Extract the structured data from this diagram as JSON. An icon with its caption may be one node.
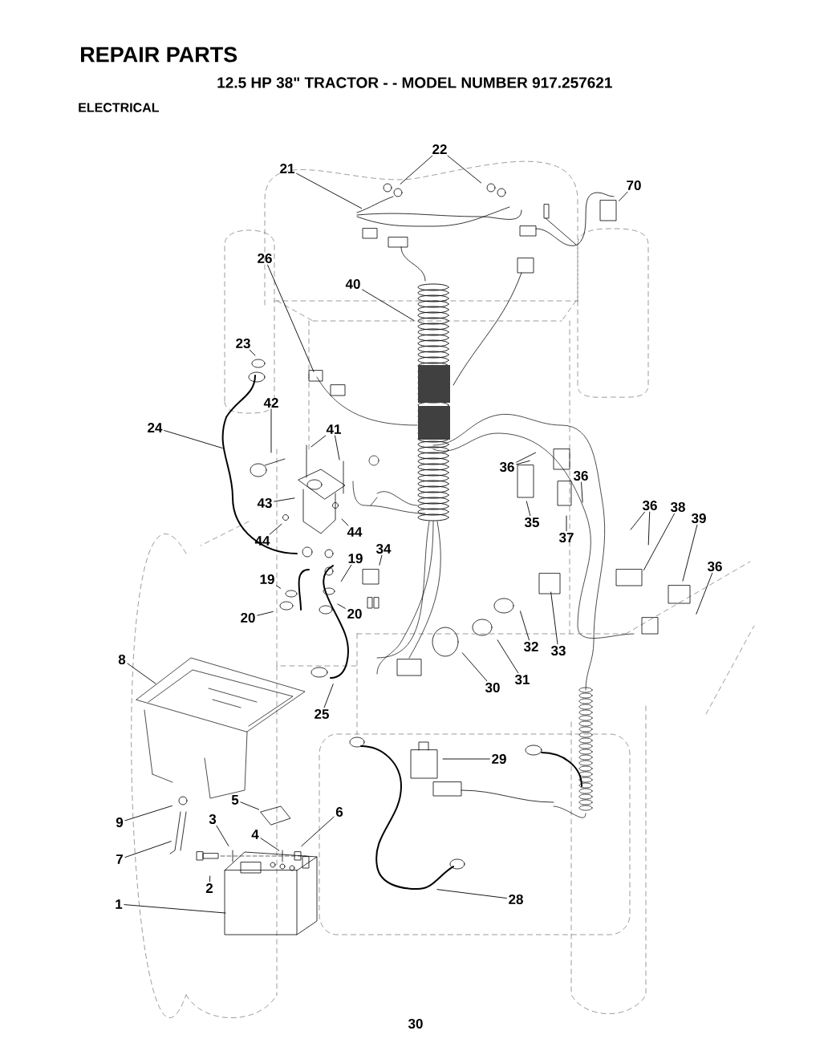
{
  "diagram": {
    "title": "REPAIR PARTS",
    "nodes": [
      {
        "text": [
          "22"
        ]
      },
      {
        "text": [
          "21"
        ]
      },
      {
        "text": [
          "70"
        ]
      },
      {
        "text": [
          "26"
        ]
      },
      {
        "text": [
          "40"
        ]
      },
      {
        "text": [
          "23"
        ]
      },
      {
        "text": [
          "42"
        ]
      },
      {
        "text": [
          "24"
        ]
      },
      {
        "text": [
          "41"
        ]
      },
      {
        "text": [
          "36"
        ]
      },
      {
        "text": [
          "36"
        ]
      },
      {
        "text": [
          "43"
        ]
      },
      {
        "text": [
          "36"
        ]
      },
      {
        "text": [
          "38"
        ]
      },
      {
        "text": [
          "39"
        ]
      },
      {
        "text": [
          "35"
        ]
      },
      {
        "text": [
          "44"
        ]
      },
      {
        "text": [
          "37"
        ]
      },
      {
        "text": [
          "44"
        ]
      },
      {
        "text": [
          "34"
        ]
      },
      {
        "text": [
          "19"
        ]
      },
      {
        "text": [
          "36"
        ]
      },
      {
        "text": [
          "19"
        ]
      },
      {
        "text": [
          "20"
        ]
      },
      {
        "text": [
          "20"
        ]
      },
      {
        "text": [
          "32"
        ]
      },
      {
        "text": [
          "33"
        ]
      },
      {
        "text": [
          "8"
        ]
      },
      {
        "text": [
          "31"
        ]
      },
      {
        "text": [
          "30"
        ]
      },
      {
        "text": [
          "25"
        ]
      },
      {
        "text": [
          "29"
        ]
      },
      {
        "text": [
          "5"
        ]
      },
      {
        "text": [
          "6"
        ]
      },
      {
        "text": [
          "3"
        ]
      },
      {
        "text": [
          "9"
        ]
      },
      {
        "text": [
          "4"
        ]
      },
      {
        "text": [
          "7"
        ]
      },
      {
        "text": [
          "2"
        ]
      },
      {
        "text": [
          "28"
        ]
      },
      {
        "text": [
          "1"
        ]
      }
    ],
    "edges": [
      {
        "from": 0,
        "to": null,
        "arrow": "none"
      },
      {
        "from": 0,
        "to": null,
        "arrow": "none"
      },
      {
        "from": 1,
        "to": null,
        "arrow": "none"
      },
      {
        "from": 2,
        "to": null,
        "arrow": "none"
      },
      {
        "from": 3,
        "to": null,
        "arrow": "none"
      },
      {
        "from": 4,
        "to": null,
        "arrow": "none"
      },
      {
        "from": 5,
        "to": null,
        "arrow": "none"
      },
      {
        "from": 6,
        "to": null,
        "arrow": "none"
      },
      {
        "from": 7,
        "to": null,
        "arrow": "none"
      },
      {
        "from": 8,
        "to": null,
        "arrow": "none"
      },
      {
        "from": 8,
        "to": null,
        "arrow": "none"
      },
      {
        "from": 9,
        "to": null,
        "arrow": "none"
      },
      {
        "from": 9,
        "to": null,
        "arrow": "none"
      },
      {
        "from": 10,
        "to": null,
        "arrow": "none"
      },
      {
        "from": 11,
        "to": null,
        "arrow": "none"
      },
      {
        "from": 12,
        "to": null,
        "arrow": "none"
      },
      {
        "from": 12,
        "to": null,
        "arrow": "none"
      },
      {
        "from": 13,
        "to": null,
        "arrow": "none"
      },
      {
        "from": 14,
        "to": null,
        "arrow": "none"
      },
      {
        "from": 15,
        "to": null,
        "arrow": "none"
      },
      {
        "from": 16,
        "to": null,
        "arrow": "none"
      },
      {
        "from": 17,
        "to": null,
        "arrow": "none"
      },
      {
        "from": 18,
        "to": null,
        "arrow": "none"
      },
      {
        "from": 19,
        "to": null,
        "arrow": "none"
      },
      {
        "from": 20,
        "to": null,
        "arrow": "none"
      },
      {
        "from": 21,
        "to": null,
        "arrow": "none"
      },
      {
        "from": 22,
        "to": null,
        "arrow": "none"
      },
      {
        "from": 23,
        "to": null,
        "arrow": "none"
      },
      {
        "from": 24,
        "to": null,
        "arrow": "none"
      },
      {
        "from": 25,
        "to": null,
        "arrow": "none"
      },
      {
        "from": 26,
        "to": null,
        "arrow": "none"
      },
      {
        "from": 27,
        "to": null,
        "arrow": "none"
      },
      {
        "from": 28,
        "to": null,
        "arrow": "none"
      },
      {
        "from": 29,
        "to": null,
        "arrow": "none"
      },
      {
        "from": 30,
        "to": null,
        "arrow": "none"
      },
      {
        "from": 31,
        "to": null,
        "arrow": "none"
      },
      {
        "from": 32,
        "to": null,
        "arrow": "none"
      },
      {
        "from": 33,
        "to": null,
        "arrow": "none"
      },
      {
        "from": 34,
        "to": null,
        "arrow": "none"
      },
      {
        "from": 35,
        "to": null,
        "arrow": "none"
      },
      {
        "from": 36,
        "to": null,
        "arrow": "none"
      },
      {
        "from": 37,
        "to": null,
        "arrow": "none"
      },
      {
        "from": 38,
        "to": null,
        "arrow": "none"
      },
      {
        "from": 39,
        "to": null,
        "arrow": "none"
      },
      {
        "from": 40,
        "to": null,
        "arrow": "none"
      }
    ],
    "labels": [
      "12.5 HP 38\" TRACTOR - - MODEL NUMBER 917.257621",
      "ELECTRICAL",
      "30"
    ]
  }
}
